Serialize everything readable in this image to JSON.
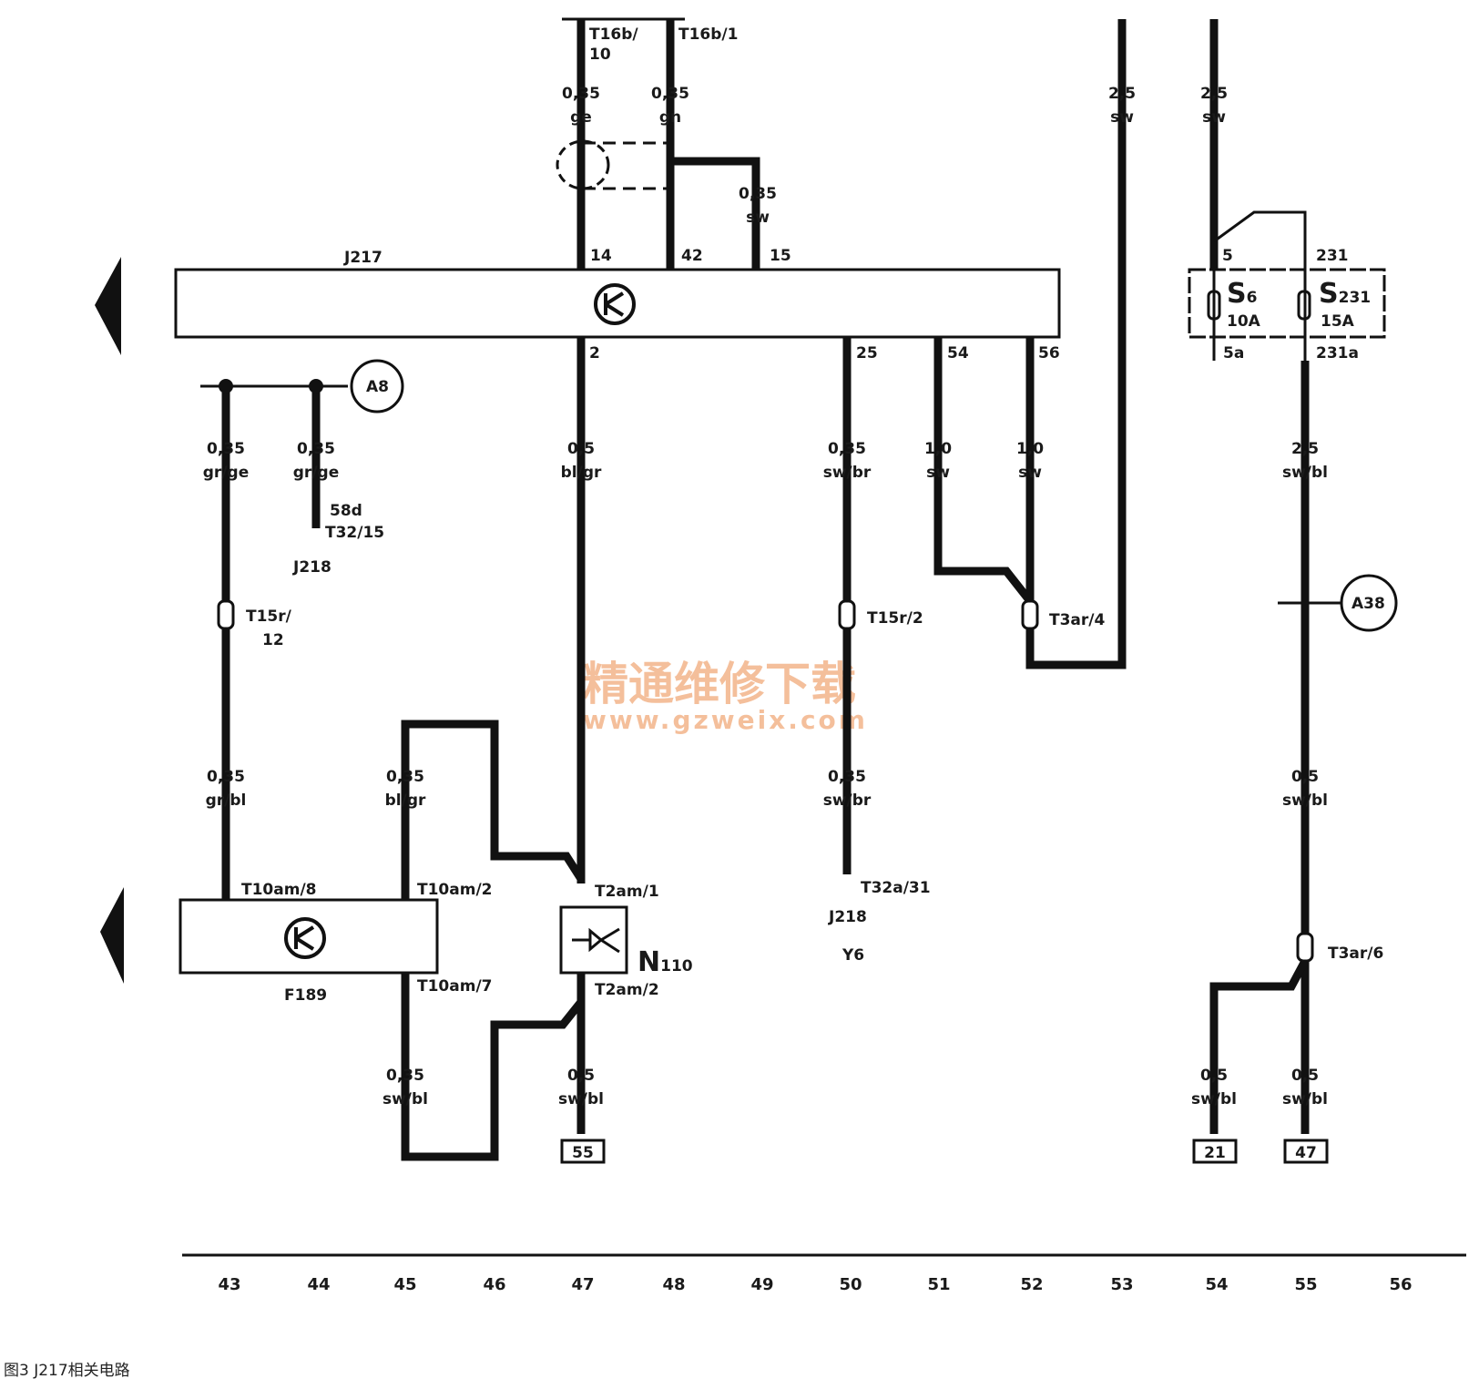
{
  "caption": "图3  J217相关电路",
  "watermark": {
    "line1": "精通维修下载",
    "line2": "www.gzweix.com",
    "color": "#f3b48a"
  },
  "components": {
    "j217": "J217",
    "f189": "F189",
    "n110": "N",
    "n110_sub": "110",
    "j218_a": "J218",
    "j218_b": "J218",
    "y6": "Y6",
    "s6": "S",
    "s6_sub": "6",
    "s6_rating": "10A",
    "s231": "S",
    "s231_sub": "231",
    "s231_rating": "15A"
  },
  "circles": {
    "a8": "A8",
    "a38": "A38"
  },
  "terminals": {
    "t16b10_a": "T16b/",
    "t16b10_b": "10",
    "t16b1": "T16b/1",
    "p14": "14",
    "p42": "42",
    "p15": "15",
    "p2": "2",
    "p25": "25",
    "p54": "54",
    "p56": "56",
    "p5": "5",
    "p231": "231",
    "p5a": "5a",
    "p231a": "231a",
    "t15r12_a": "T15r/",
    "t15r12_b": "12",
    "t15r2": "T15r/2",
    "t3ar4": "T3ar/4",
    "t3ar6": "T3ar/6",
    "p58d": "58d",
    "t32_15": "T32/15",
    "t32a31": "T32a/31",
    "t10am8": "T10am/8",
    "t10am2": "T10am/2",
    "t10am7": "T10am/7",
    "t2am1": "T2am/1",
    "t2am2": "T2am/2"
  },
  "wire_labels": {
    "w47_top_size": "0,35",
    "w47_top_color": "ge",
    "w48_top_size": "0,35",
    "w48_top_color": "gn",
    "w49_size": "0,35",
    "w49_color": "sw",
    "w53_size": "2,5",
    "w53_color": "sw",
    "w54_size": "2,5",
    "w54_color": "sw",
    "w43a_size": "0,35",
    "w43a_color": "gr/ge",
    "w44_size": "0,35",
    "w44_color": "gr/ge",
    "w47_mid_size": "0,5",
    "w47_mid_color": "bl/gr",
    "w50a_size": "0,35",
    "w50a_color": "sw/br",
    "w51_size": "1,0",
    "w51_color": "sw",
    "w52_size": "1,0",
    "w52_color": "sw",
    "w55a_size": "2,5",
    "w55a_color": "sw/bl",
    "w43b_size": "0,35",
    "w43b_color": "gr/bl",
    "w45a_size": "0,35",
    "w45a_color": "bl/gr",
    "w50b_size": "0,35",
    "w50b_color": "sw/br",
    "w55b_size": "0,5",
    "w55b_color": "sw/bl",
    "w45b_size": "0,35",
    "w45b_color": "sw/bl",
    "w47b_size": "0,5",
    "w47b_color": "sw/bl",
    "w54b_size": "0,5",
    "w54b_color": "sw/bl",
    "w55c_size": "0,5",
    "w55c_color": "sw/bl"
  },
  "refs": {
    "r55": "55",
    "r21": "21",
    "r47": "47"
  },
  "column_numbers": [
    "43",
    "44",
    "45",
    "46",
    "47",
    "48",
    "49",
    "50",
    "51",
    "52",
    "53",
    "54",
    "55",
    "56"
  ]
}
